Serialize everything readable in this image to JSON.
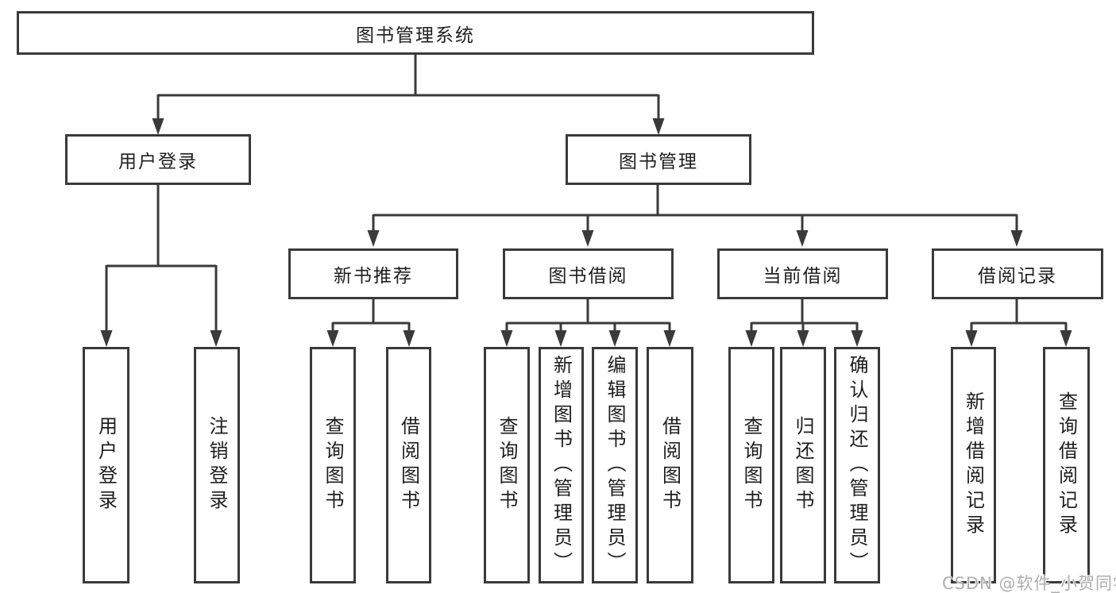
{
  "diagram": {
    "root": "图书管理系统",
    "branches": [
      {
        "label": "用户登录",
        "children": [
          "用户登录",
          "注销登录"
        ]
      },
      {
        "label": "图书管理",
        "sections": [
          {
            "label": "新书推荐",
            "children": [
              "查询图书",
              "借阅图书"
            ]
          },
          {
            "label": "图书借阅",
            "children": [
              "查询图书",
              "新增图书（管理员）",
              "编辑图书（管理员）",
              "借阅图书"
            ]
          },
          {
            "label": "当前借阅",
            "children": [
              "查询图书",
              "归还图书",
              "确认归还（管理员）"
            ]
          },
          {
            "label": "借阅记录",
            "children": [
              "新增借阅记录",
              "查询借阅记录"
            ]
          }
        ]
      }
    ]
  },
  "colors": {
    "line": "#3a3a3a",
    "text": "#1e1e1e",
    "watermark": "#aeaeae"
  },
  "watermark": "CSDN @软件_小贺同学"
}
